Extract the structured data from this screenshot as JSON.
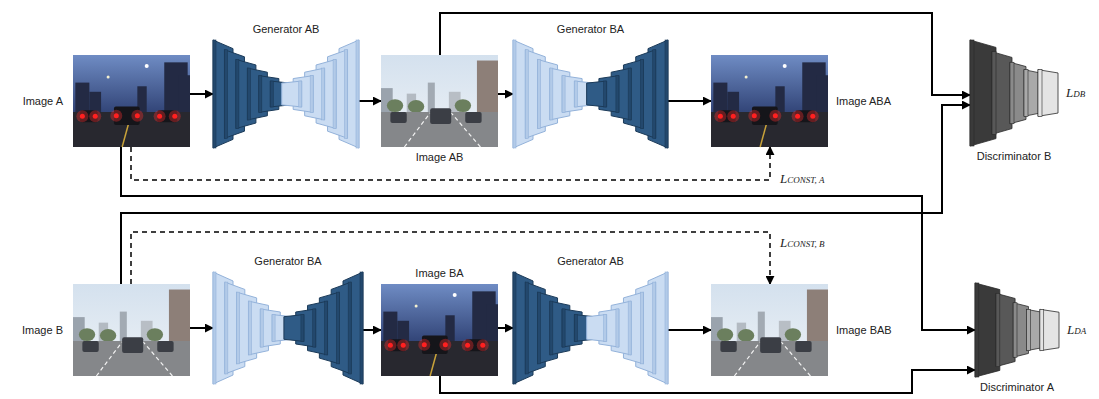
{
  "diagram": {
    "nodes": [
      {
        "text": [
          "Image A"
        ]
      },
      {
        "text": [
          "Generator AB"
        ]
      },
      {
        "text": [
          "Image AB"
        ]
      },
      {
        "text": [
          "Generator BA"
        ]
      },
      {
        "text": [
          "Image ABA"
        ]
      },
      {
        "text": [
          "Discriminator B",
          "LDB"
        ]
      },
      {
        "text": [
          "Image B"
        ]
      },
      {
        "text": [
          "Generator BA"
        ]
      },
      {
        "text": [
          "Image BA"
        ]
      },
      {
        "text": [
          "Generator AB"
        ]
      },
      {
        "text": [
          "Image BAB"
        ]
      },
      {
        "text": [
          "Discriminator A",
          "LDA"
        ]
      }
    ],
    "edges": [
      {
        "from": 0,
        "to": 1,
        "arrow": "to"
      },
      {
        "from": 1,
        "to": 2,
        "arrow": "to"
      },
      {
        "from": 2,
        "to": 3,
        "arrow": "to"
      },
      {
        "from": 3,
        "to": 4,
        "arrow": "to"
      },
      {
        "from": 0,
        "to": 4,
        "label": "LCONST, A",
        "arrow": "to"
      },
      {
        "from": 2,
        "to": 5,
        "arrow": "to"
      },
      {
        "from": 0,
        "to": 11,
        "arrow": "to"
      },
      {
        "from": 6,
        "to": 5,
        "arrow": "to"
      },
      {
        "from": 6,
        "to": 7,
        "arrow": "to"
      },
      {
        "from": 7,
        "to": 8,
        "arrow": "to"
      },
      {
        "from": 8,
        "to": 9,
        "arrow": "to"
      },
      {
        "from": 9,
        "to": 10,
        "arrow": "to"
      },
      {
        "from": 6,
        "to": 10,
        "label": "LCONST, B",
        "arrow": "to"
      },
      {
        "from": 8,
        "to": 11,
        "arrow": "to"
      }
    ]
  }
}
